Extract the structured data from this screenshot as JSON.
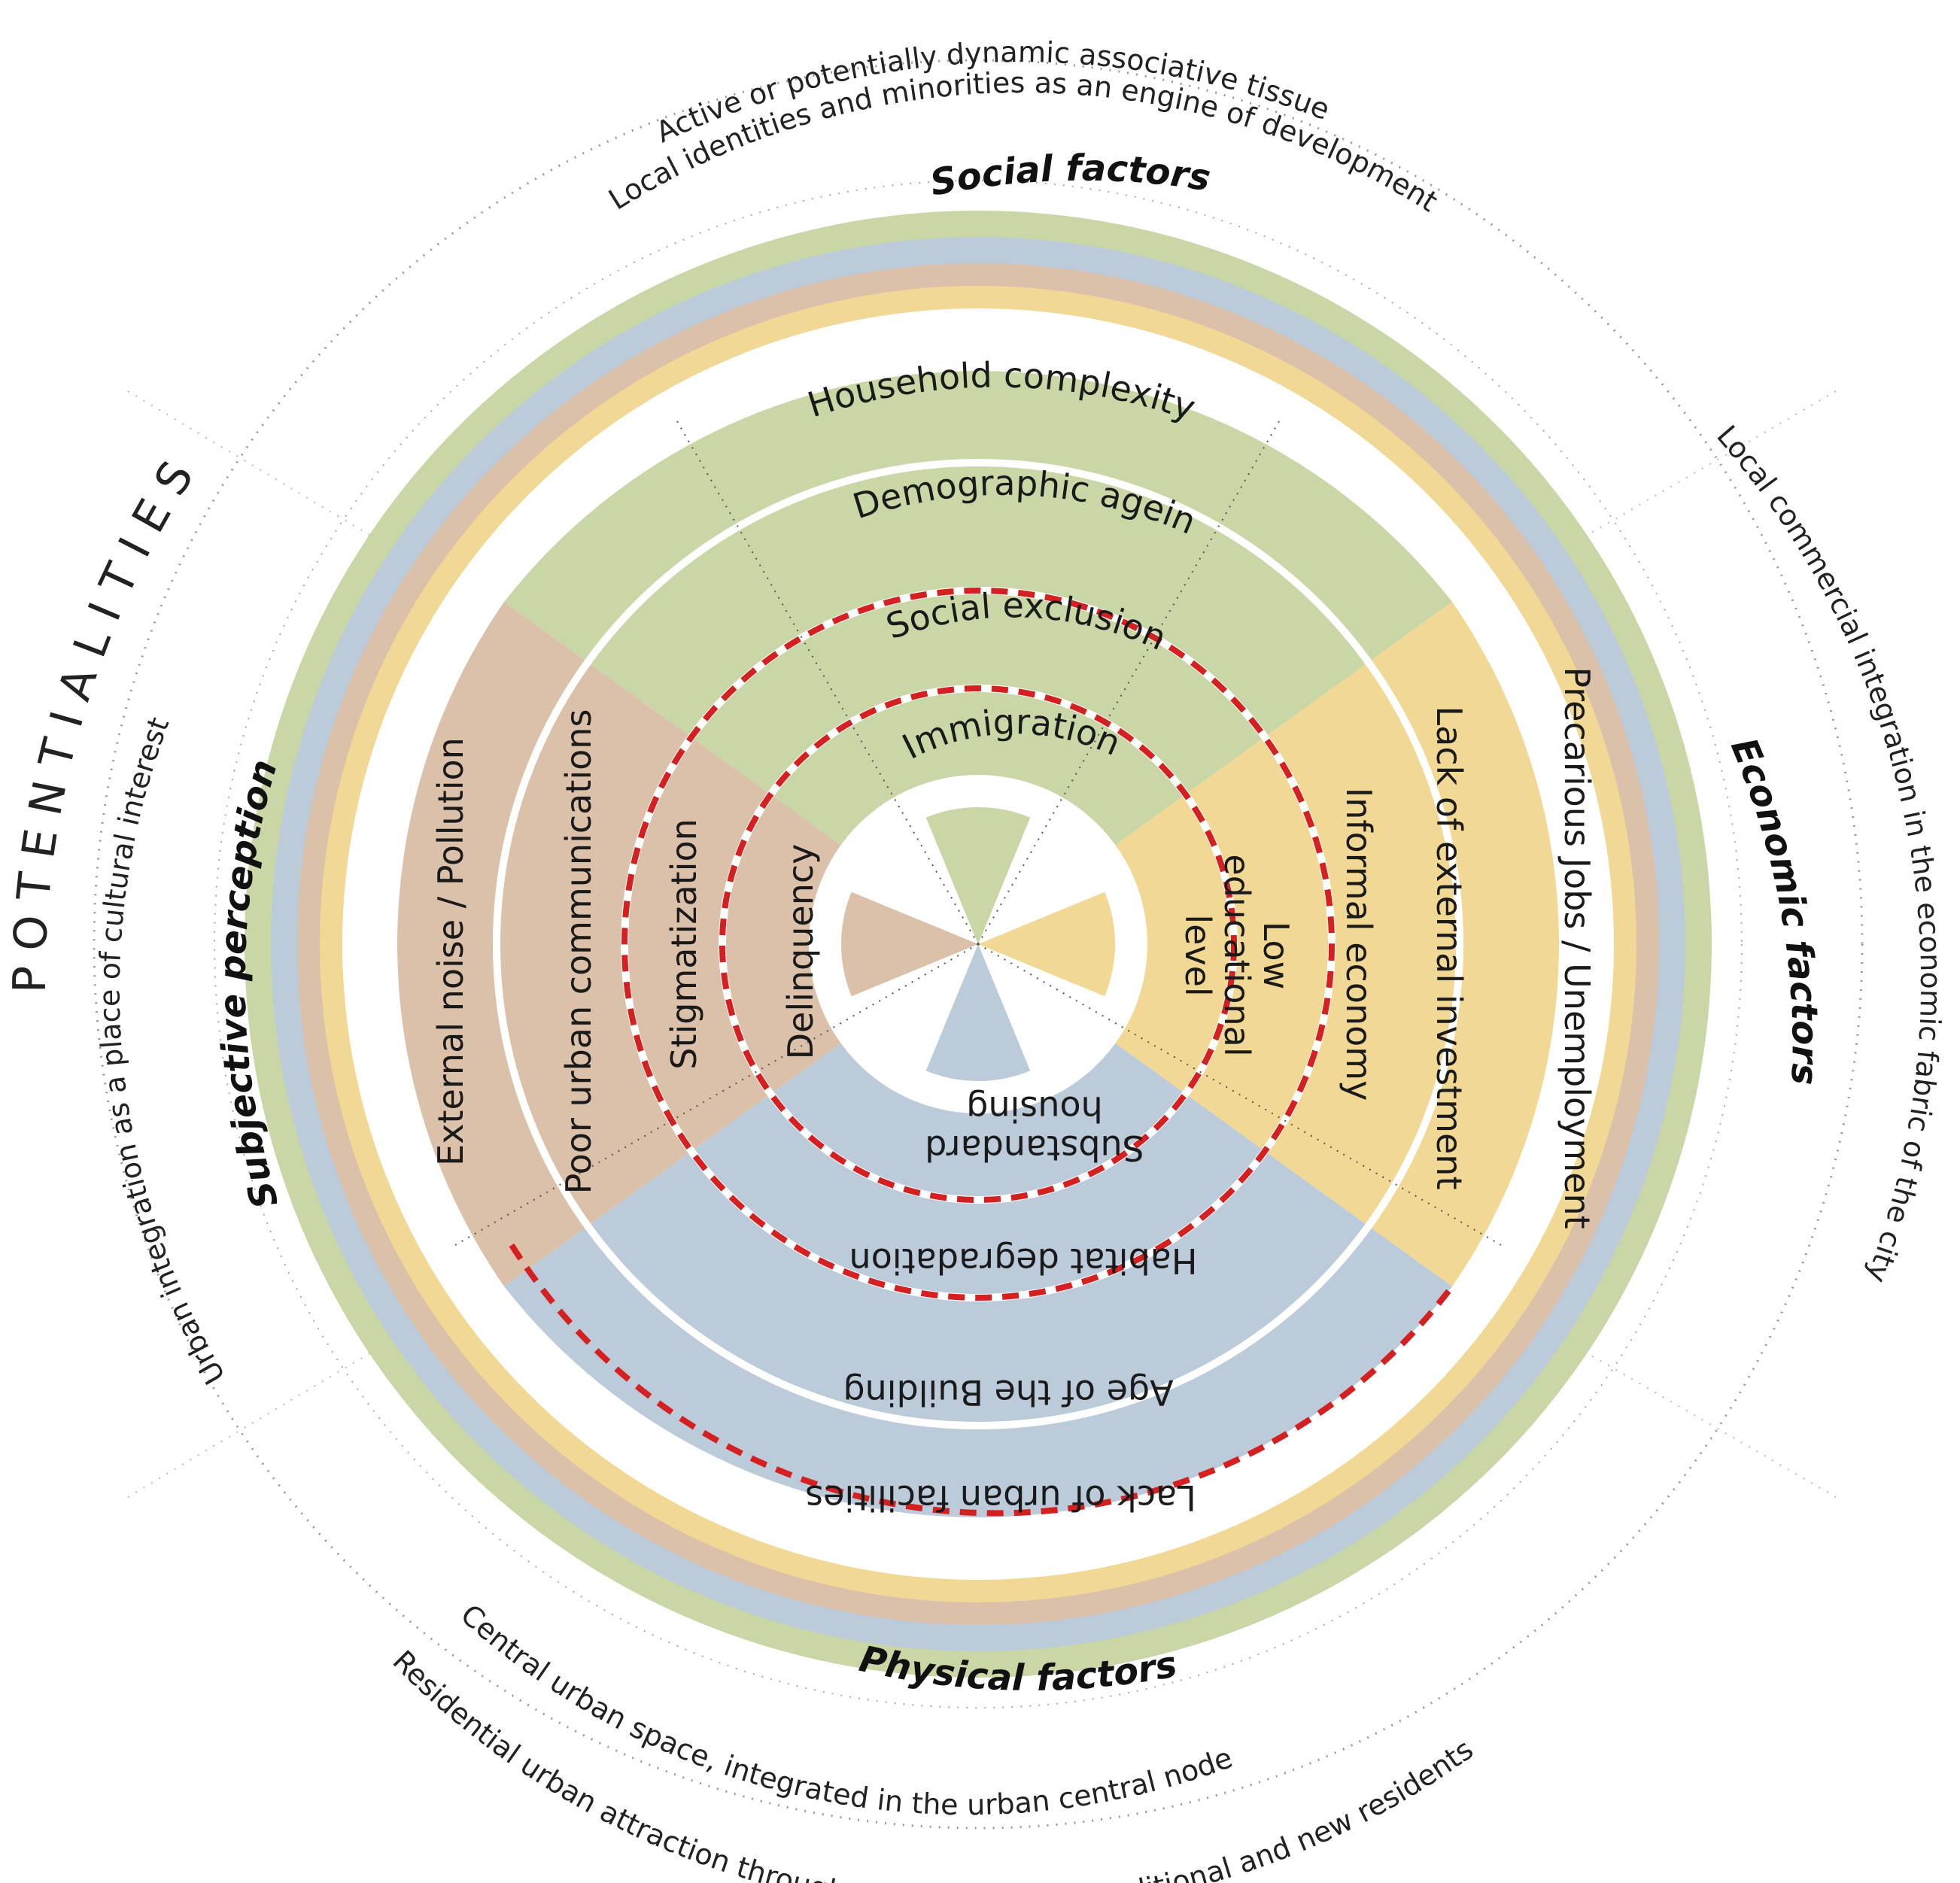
{
  "potentialities_title": "P O T E N T I A L I T I E S",
  "factors": {
    "social": "Social factors",
    "economic": "Economic factors",
    "physical": "Physical factors",
    "subjective": "Subjective perception"
  },
  "potentials": {
    "social_1": "Active or potentially dynamic associative tissue",
    "social_2": "Local identities and minorities as an engine of development",
    "economic_1": "Local commercial integration in the economic fabric of the city",
    "physical_1": "Central urban space, integrated in the urban central node",
    "physical_2": "Residential urban attraction through combinations of traditional and new residents",
    "subjective_1": "Urban integration as a place of cultural interest"
  },
  "indicators": {
    "household_complexity": "Household complexity",
    "demographic_ageing": "Demographic ageing",
    "social_exclusion": "Social exclusion",
    "immigration": "Immigration",
    "low_educational_1": "Low",
    "low_educational_2": "educational",
    "low_educational_3": "level",
    "informal_economy": "Informal economy",
    "lack_external_investment": "Lack of external investment",
    "precarious_jobs": "Precarious Jobs / Unemployment",
    "substandard_1": "Substandard",
    "substandard_2": "housing",
    "habitat_degradation": "Habitat degradation",
    "age_building": "Age of the Building",
    "lack_urban_facilities": "Lack of urban facilities",
    "delinquency": "Delinquency",
    "stigmatization": "Stigmatization",
    "poor_urban_communications": "Poor urban communications",
    "external_noise": "External noise / Pollution"
  },
  "colors": {
    "social": "#c9d6a6",
    "economic": "#f2d895",
    "physical": "#bccbd9",
    "subjective": "#dcc1aa",
    "highlight": "#d42020"
  }
}
